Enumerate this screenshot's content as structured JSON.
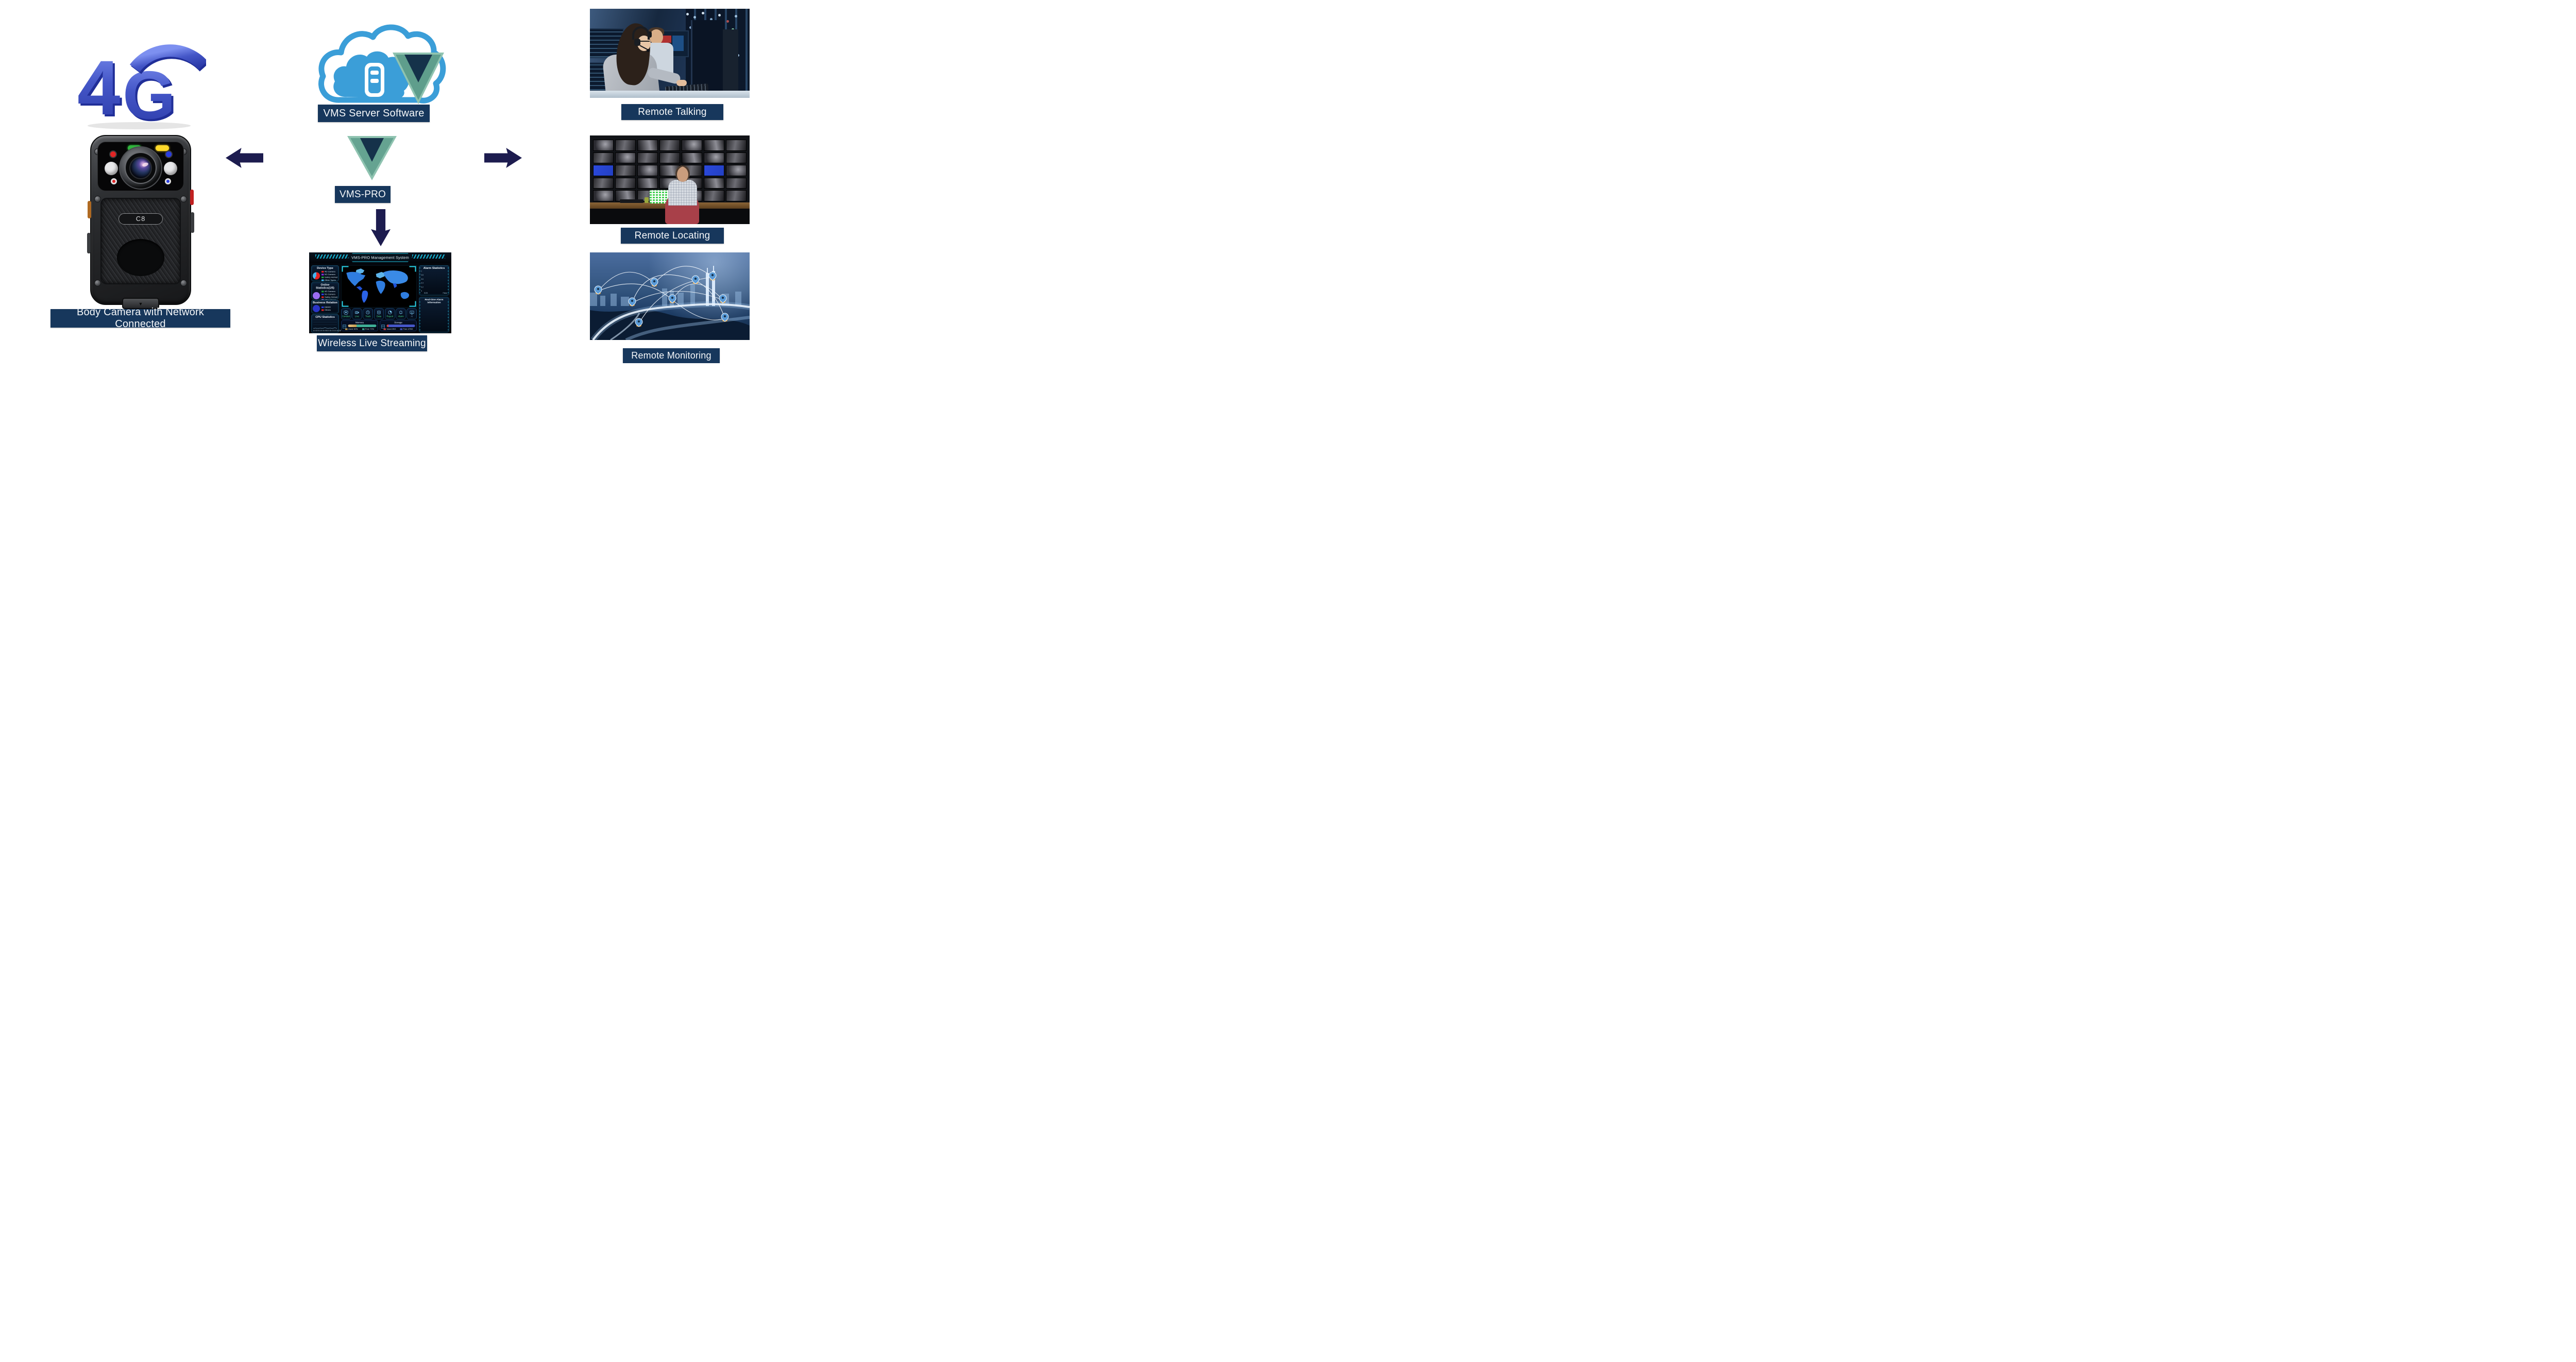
{
  "labels": {
    "body_camera": "Body Camera with Network Connected",
    "vms_server": "VMS Server Software",
    "vms_pro": "VMS-PRO",
    "wireless": "Wireless Live Streaming",
    "remote_talking": "Remote Talking",
    "remote_locating": "Remote Locating",
    "remote_monitoring": "Remote Monitoring"
  },
  "logo_4g": {
    "text": "4G"
  },
  "camera": {
    "model": "C8"
  },
  "colors": {
    "label_bg": "#17375c",
    "arrow_navy": "#1d1c4f",
    "logo_blue": "#4456c7",
    "cloud_blue": "#3b9ed8",
    "v_teal": "#6aa894",
    "v_dark": "#15324a",
    "dash_accent_cyan": "#2bd8ef"
  },
  "dashboard": {
    "title": "VMS-PRO Management System",
    "panels": {
      "device_type": {
        "title": "Device Type",
        "legend": [
          {
            "label": "4G Camera",
            "color": "#e52222"
          },
          {
            "label": "5G Camera",
            "color": "#8a2be2"
          },
          {
            "label": "Safety Helmet",
            "color": "#1e9e3e"
          },
          {
            "label": "Other Types",
            "color": "#45b3ee"
          }
        ]
      },
      "online_statistics": {
        "title": "Online Statistics(1/5)",
        "legend": [
          {
            "label": "4G Camera",
            "color": "#1e9e3e"
          },
          {
            "label": "5G Camera",
            "color": "#2a3de0"
          },
          {
            "label": "Safety Helmet",
            "color": "#e52222"
          },
          {
            "label": "Other Types",
            "color": "#9a5cf0"
          }
        ]
      },
      "business_relation": {
        "title": "Business Relation",
        "legend": [
          {
            "label": "DEMO",
            "color": "#2a3de0"
          },
          {
            "label": "Others",
            "color": "#e52222"
          }
        ]
      },
      "cpu": {
        "title": "CPU Statistics",
        "ticks": [
          "10:33:51",
          "10:34:06",
          "10:34:21",
          "10:34:36"
        ]
      },
      "alarm": {
        "title": "Alarm Statistics",
        "y_ticks": [
          "1",
          "0.8",
          "0.6",
          "0.4",
          "0.2",
          "0"
        ],
        "x_ticks": [
          "SOS",
          "False"
        ]
      },
      "realtime": {
        "title": "Real-time Alarm Information"
      }
    },
    "icons": [
      {
        "label": "Conduct"
      },
      {
        "label": "Live"
      },
      {
        "label": "Track"
      },
      {
        "label": "Data"
      },
      {
        "label": "Report"
      },
      {
        "label": "Alarm"
      },
      {
        "label": "AI"
      }
    ],
    "memory": {
      "title": "Memory",
      "used_label": "Used 30%",
      "free_label": "Free 70%",
      "used_pct": 30
    },
    "storage": {
      "title": "Storage",
      "used_label": "Used 25G",
      "free_label": "Free 475G",
      "used_pct": 5
    }
  }
}
